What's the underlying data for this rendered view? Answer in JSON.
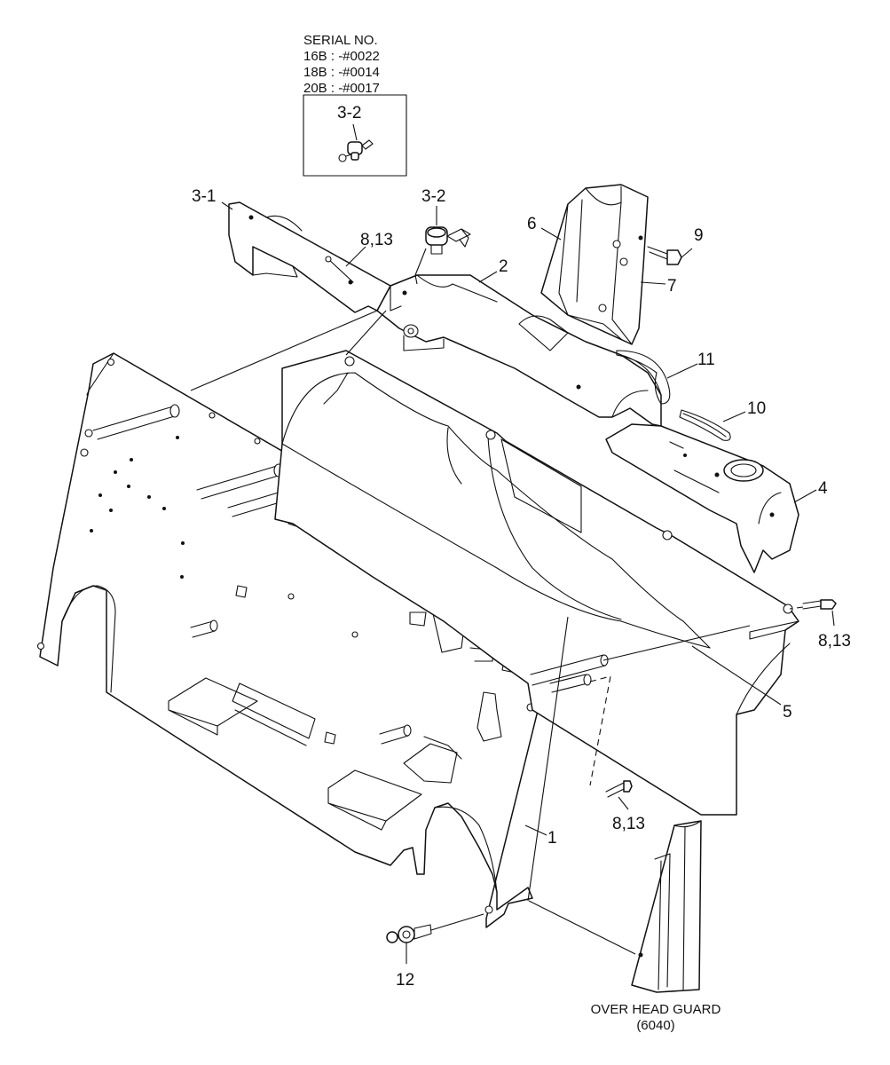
{
  "serial_box": {
    "title": "SERIAL NO.",
    "lines": [
      "16B : -#0022",
      "18B : -#0014",
      "20B : -#0017"
    ],
    "inset_label": "3-2"
  },
  "callouts": {
    "c3_1": "3-1",
    "c3_2": "3-2",
    "c8_13_top": "8,13",
    "c2": "2",
    "c6": "6",
    "c9": "9",
    "c7": "7",
    "c11": "11",
    "c10": "10",
    "c4": "4",
    "c8_13_right": "8,13",
    "c5": "5",
    "c8_13_bottom": "8,13",
    "c1": "1",
    "c12": "12"
  },
  "footer": {
    "line1": "OVER HEAD GUARD",
    "line2": "(6040)"
  }
}
